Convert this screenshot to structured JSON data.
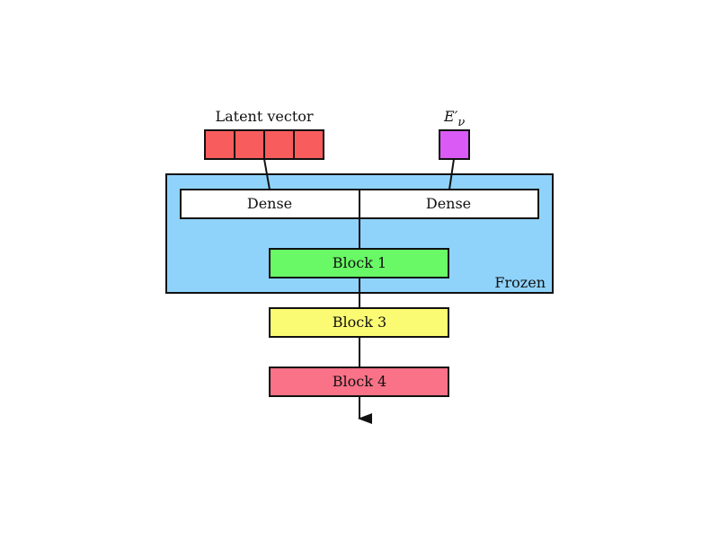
{
  "diagram": {
    "latent_label": "Latent vector",
    "latent_cells": 4,
    "ev_label_main": "E",
    "ev_label_prime": "′",
    "ev_label_sub": "ν",
    "dense_left": "Dense",
    "dense_right": "Dense",
    "block1": "Block 1",
    "block3": "Block 3",
    "block4": "Block 4",
    "frozen_label": "Frozen"
  },
  "colors": {
    "latent_fill": "#f85c5c",
    "ev_fill": "#d95af5",
    "frozen_fill": "#8fd3fb",
    "dense_fill": "#ffffff",
    "block1_fill": "#69f966",
    "block3_fill": "#fbfb73",
    "block4_fill": "#fa7287",
    "stroke": "#111111"
  }
}
